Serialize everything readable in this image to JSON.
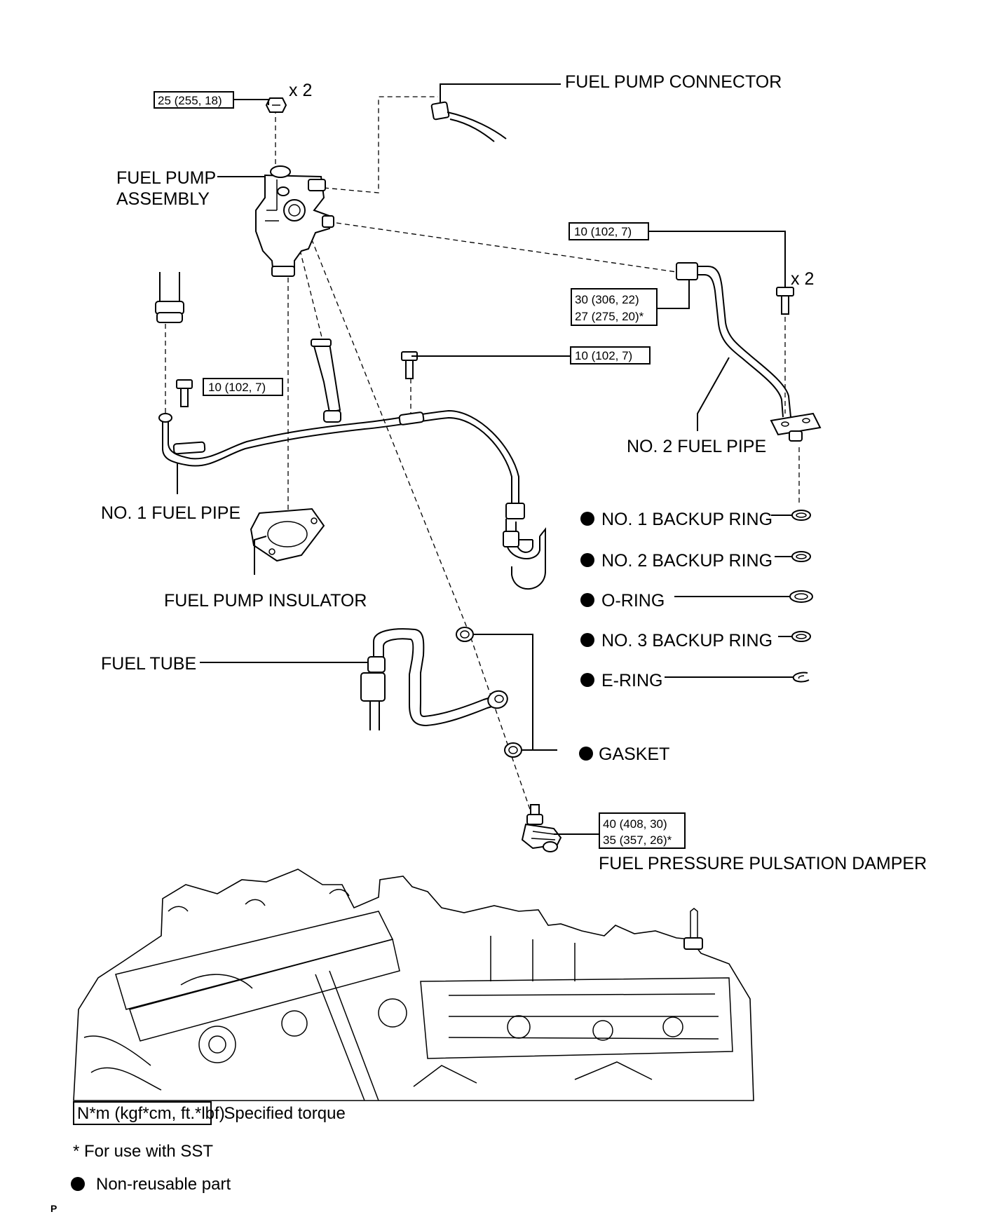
{
  "parts": {
    "fuel_pump_connector": "FUEL PUMP CONNECTOR",
    "fuel_pump_assembly_line1": "FUEL PUMP",
    "fuel_pump_assembly_line2": "ASSEMBLY",
    "no2_fuel_pipe": "NO. 2 FUEL PIPE",
    "no1_fuel_pipe": "NO. 1 FUEL PIPE",
    "fuel_pump_insulator": "FUEL PUMP INSULATOR",
    "fuel_tube": "FUEL TUBE",
    "fuel_pressure_pulsation_damper": "FUEL PRESSURE PULSATION DAMPER"
  },
  "rings": {
    "no1_backup_ring": "NO. 1 BACKUP RING",
    "no2_backup_ring": "NO. 2 BACKUP RING",
    "o_ring": "O-RING",
    "no3_backup_ring": "NO. 3 BACKUP RING",
    "e_ring": "E-RING",
    "gasket": "GASKET"
  },
  "torques": {
    "pump_nut": "25 (255, 18)",
    "pipe2_bolt": "10 (102, 7)",
    "pipe2_union_line1": "30 (306, 22)",
    "pipe2_union_line2": "27 (275, 20)*",
    "pipe1_mid_bolt": "10 (102, 7)",
    "pipe1_left_bolt": "10 (102, 7)",
    "damper_line1": "40 (408, 30)",
    "damper_line2": "35 (357, 26)*"
  },
  "multipliers": {
    "pump_nut": "x 2",
    "pipe2_bolt": "x 2"
  },
  "legend": {
    "torque_unit": "N*m (kgf*cm, ft.*lbf)",
    "torque_desc": ": Specified torque",
    "sst_note": "* For use with SST",
    "non_reusable": "Non-reusable part"
  },
  "footer_code": "P"
}
